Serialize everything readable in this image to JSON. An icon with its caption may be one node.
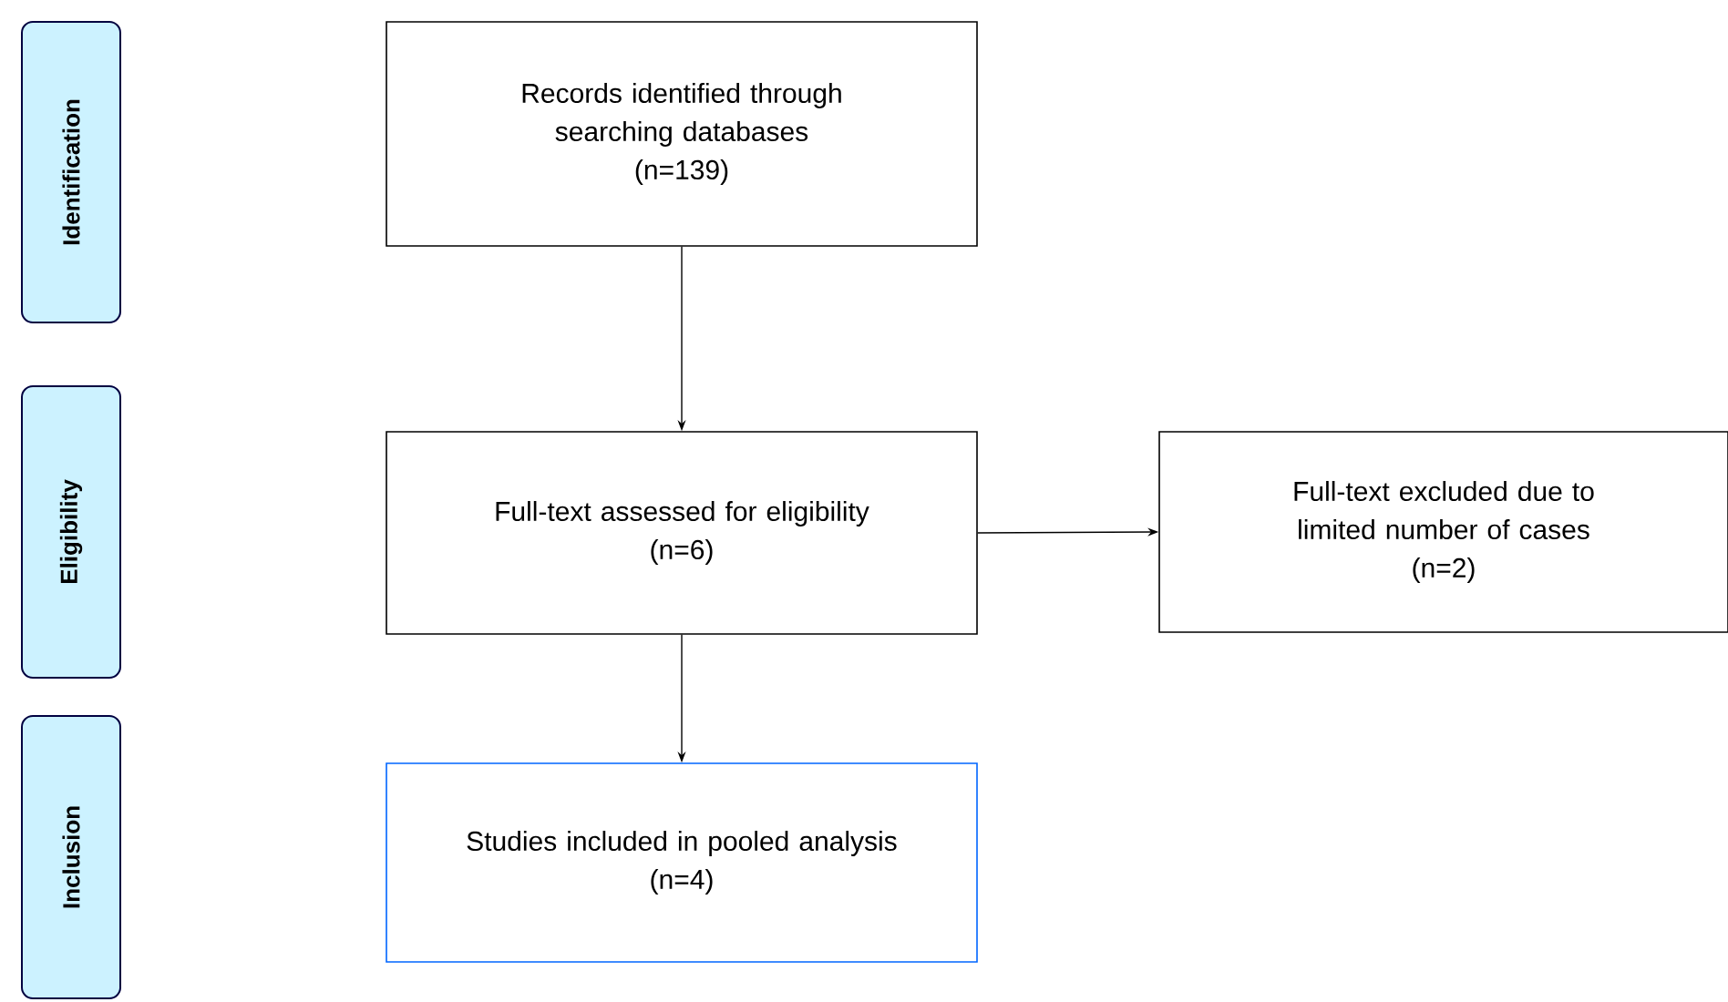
{
  "diagram": {
    "nodes": [
      {
        "text": [
          "Identification"
        ]
      },
      {
        "text": [
          "Records identified through searching databases",
          "(n=139)"
        ]
      },
      {
        "text": [
          "Eligibility"
        ]
      },
      {
        "text": [
          "Full-text assessed for eligibility",
          "(n=6)"
        ]
      },
      {
        "text": [
          "Full-text excluded due to limited number of cases",
          "(n=2)"
        ]
      },
      {
        "text": [
          "Inclusion"
        ]
      },
      {
        "text": [
          "Studies included in pooled analysis",
          "(n=4)"
        ]
      }
    ],
    "edges": [
      {
        "from": 1,
        "to": 3,
        "arrow": "to"
      },
      {
        "from": 3,
        "to": 4,
        "arrow": "to"
      },
      {
        "from": 3,
        "to": 6,
        "arrow": "to"
      }
    ]
  }
}
